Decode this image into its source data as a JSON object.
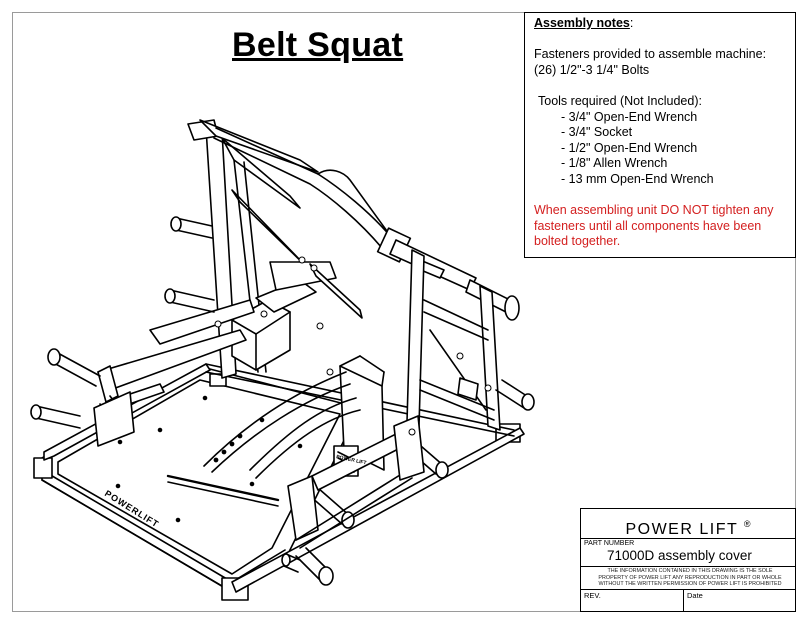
{
  "title": "Belt Squat",
  "notes": {
    "heading": "Assembly notes",
    "heading_suffix": ":",
    "fasteners_intro": "Fasteners provided to assemble machine:",
    "fasteners_item": "(26) 1/2\"-3 1/4\" Bolts",
    "tools_heading": "Tools required (Not Included):",
    "tools": [
      "- 3/4\"  Open-End Wrench",
      "- 3/4\" Socket",
      "- 1/2\"  Open-End Wrench",
      "- 1/8\" Allen Wrench",
      "- 13 mm Open-End Wrench"
    ],
    "warning": "When assembling unit DO NOT tighten any fasteners until all components have been bolted together."
  },
  "title_block": {
    "company": "POWER LIFT",
    "registered_mark": "®",
    "part_number_label": "PART NUMBER",
    "part_number": "71000D assembly cover",
    "legal_line_1": "THE INFORMATION CONTAINED IN THIS DRAWING IS THE SOLE",
    "legal_line_2": "PROPERTY OF POWER LIFT ANY REPRODUCTION IN PART OR WHOLE",
    "legal_line_3": "WITHOUT THE WRITTEN PERMISSION OF POWER LIFT IS PROHIBITED",
    "rev_label": "REV.",
    "date_label": "Date"
  },
  "drawing": {
    "platform_decal": "POWERLIFT",
    "side_decal": "POWER LIFT",
    "line_color": "#000000"
  }
}
